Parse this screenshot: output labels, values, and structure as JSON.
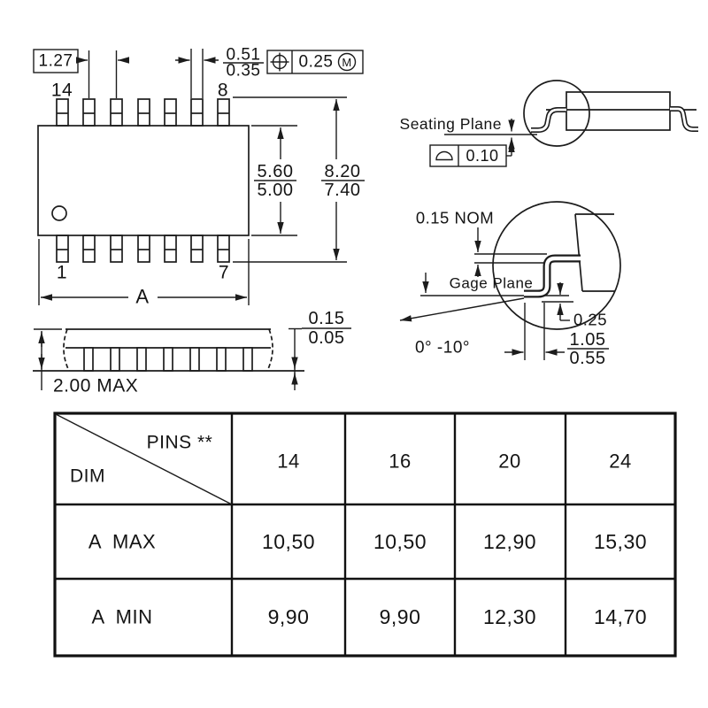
{
  "drawing": {
    "top_view": {
      "pitch": "1.27",
      "lead_width_max": "0.51",
      "lead_width_min": "0.35",
      "tolerance_value": "0.25",
      "tolerance_modifier": "M",
      "pin_top_left": "14",
      "pin_top_right": "8",
      "pin_bottom_left": "1",
      "pin_bottom_right": "7",
      "body_width_max": "5.60",
      "body_width_min": "5.00",
      "span_max": "8.20",
      "span_min": "7.40",
      "length_label": "A"
    },
    "side_view": {
      "seating_plane_label": "Seating Plane",
      "flatness": "0.10"
    },
    "lead_detail": {
      "thickness": "0.15 NOM",
      "gage_plane_label": "Gage Plane",
      "gage_offset": "0.25",
      "foot_length_max": "1.05",
      "foot_length_min": "0.55",
      "angle": "0° -10°"
    },
    "end_view": {
      "standoff_max": "0.15",
      "standoff_min": "0.05",
      "height": "2.00 MAX"
    }
  },
  "table": {
    "corner_top": "PINS **",
    "corner_bottom": "DIM",
    "columns": [
      "14",
      "16",
      "20",
      "24"
    ],
    "rows": [
      {
        "label": "A  MAX",
        "values": [
          "10,50",
          "10,50",
          "12,90",
          "15,30"
        ]
      },
      {
        "label": "A  MIN",
        "values": [
          "9,90",
          "9,90",
          "12,30",
          "14,70"
        ]
      }
    ]
  }
}
